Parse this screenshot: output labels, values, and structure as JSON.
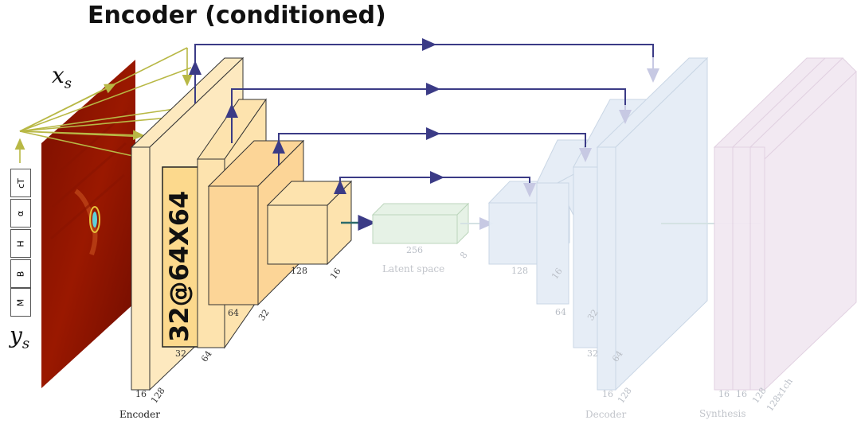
{
  "title": "Encoder  (conditioned)",
  "x_label": "x",
  "x_sub": "s",
  "y_label": "y",
  "y_sub": "s",
  "conditioning_vars": [
    "cT",
    "α",
    "H",
    "B",
    "M"
  ],
  "block_label": "32@64X64",
  "dims": {
    "enc1_a": "16",
    "enc1_b": "128",
    "enc2_a": "32",
    "enc2_b": "64",
    "enc3_a": "64",
    "enc3_b": "32",
    "enc4_a": "128",
    "enc4_b": "16",
    "lat_a": "256",
    "lat_b": "8",
    "dec1_a": "128",
    "dec1_b": "16",
    "dec2_a": "64",
    "dec2_b": "32",
    "dec3_a": "32",
    "dec3_b": "64",
    "dec4_a": "16",
    "dec4_b": "128",
    "syn_a": "16",
    "syn_b": "16",
    "syn_c": "128",
    "syn_d": "128x1ch"
  },
  "labels": {
    "encoder": "Encoder",
    "latent": "Latent space",
    "decoder": "Decoder",
    "synthesis": "Synthesis"
  },
  "colors": {
    "encoder_fill": "#fde9bf",
    "skip_arrow": "#3b3b86",
    "condition_arrow": "#b8b845",
    "latent_fill": "#e3f1e3",
    "decoder_fill": "#dfe8f3",
    "synthesis_fill": "#efe2ef"
  }
}
